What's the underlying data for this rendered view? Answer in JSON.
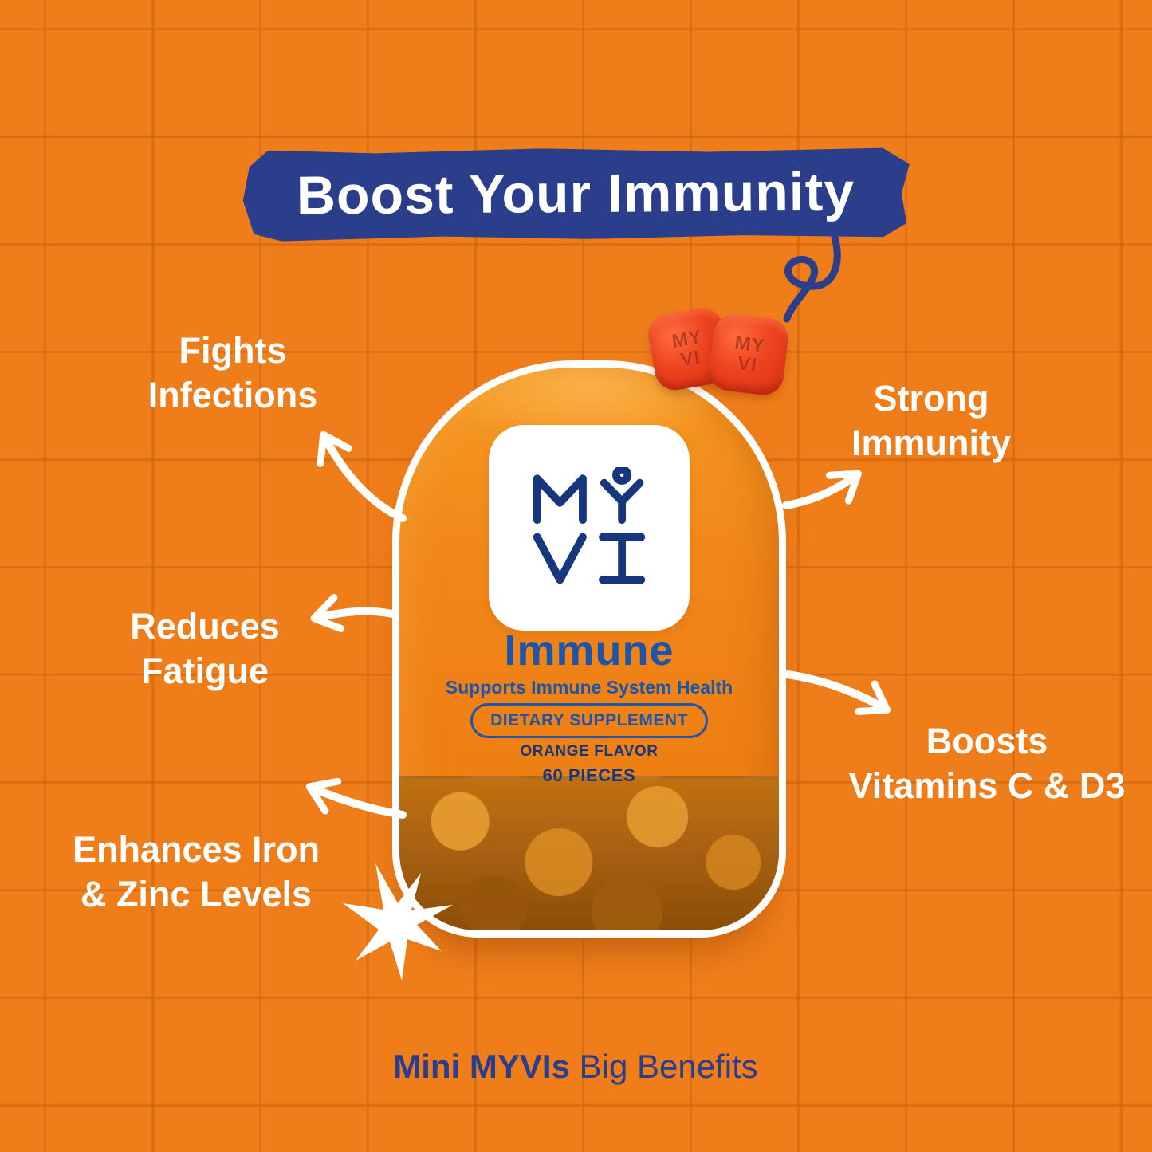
{
  "title": "Boost Your Immunity",
  "benefits": [
    {
      "line1": "Fights",
      "line2": "Infections"
    },
    {
      "line1": "Strong",
      "line2": "Immunity"
    },
    {
      "line1": "Reduces",
      "line2": "Fatigue"
    },
    {
      "line1": "Boosts",
      "line2": "Vitamins C & D3"
    },
    {
      "line1": "Enhances Iron",
      "line2": "& Zinc Levels"
    }
  ],
  "product": {
    "logo": "MYVI",
    "name": "Immune",
    "tagline": "Supports Immune System Health",
    "badge": "DIETARY SUPPLEMENT",
    "flavor": "ORANGE FLAVOR",
    "count": "60 PIECES"
  },
  "gummy": {
    "line1": "MY",
    "line2": "VI"
  },
  "caption": {
    "bold": "Mini MYVIs",
    "rest": " Big Benefits"
  },
  "colors": {
    "background": "#EF7D1A",
    "grid_line": "#C9620D",
    "banner_blue": "#2B3E8C",
    "logo_navy": "#16367E",
    "label_blue": "#1D55A8",
    "gummy_red": "#E83A18",
    "amber": "#A96113",
    "white": "#FFFFFF"
  }
}
